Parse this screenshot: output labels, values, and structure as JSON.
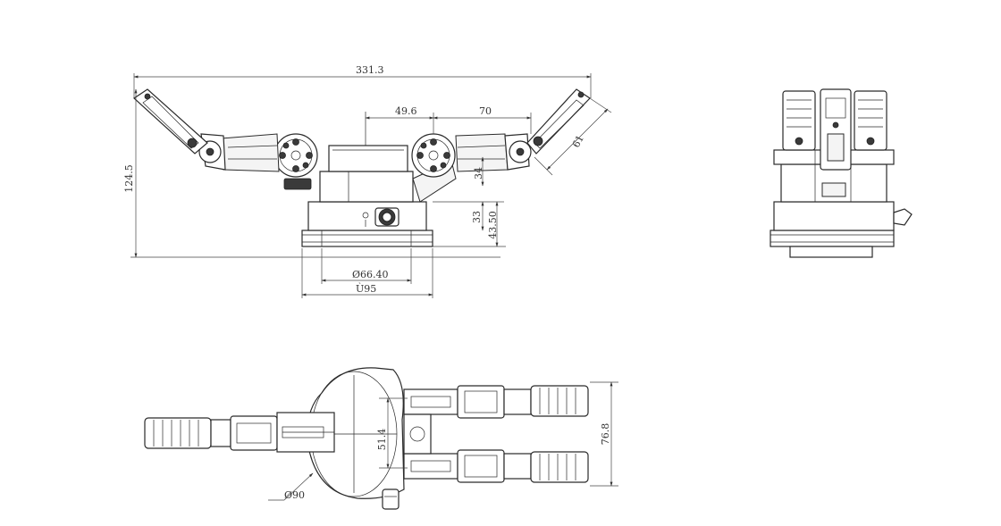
{
  "dimensions": {
    "overall_width": "331.3",
    "height": "124.5",
    "finger_offset": "49.6",
    "finger_span": "70",
    "finger_length": "61",
    "small_step": "34",
    "base_height": "33",
    "body_height": "43.50",
    "inner_diameter": "Ø66.40",
    "outer_diameter": "Ù95",
    "top_diameter": "Ø90",
    "finger_gap": "51.4",
    "top_width": "76.8"
  },
  "colors": {
    "line": "#2a2a2a",
    "background": "#ffffff"
  }
}
